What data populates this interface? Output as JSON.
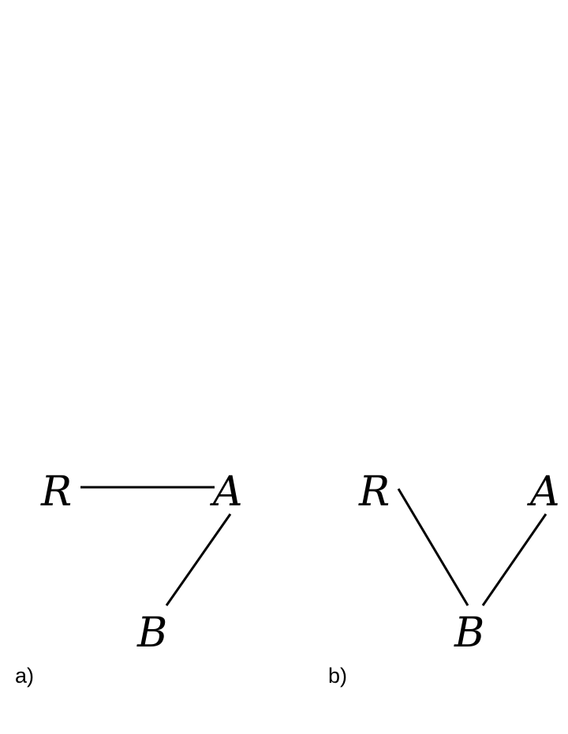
{
  "panels": [
    {
      "label": "a)",
      "nodes": {
        "R": "R",
        "A": "A",
        "B": "B"
      },
      "edges": [
        [
          "R",
          "A"
        ],
        [
          "A",
          "B"
        ]
      ]
    },
    {
      "label": "b)",
      "nodes": {
        "R": "R",
        "A": "A",
        "B": "B"
      },
      "edges": [
        [
          "R",
          "B"
        ],
        [
          "A",
          "B"
        ]
      ]
    }
  ]
}
